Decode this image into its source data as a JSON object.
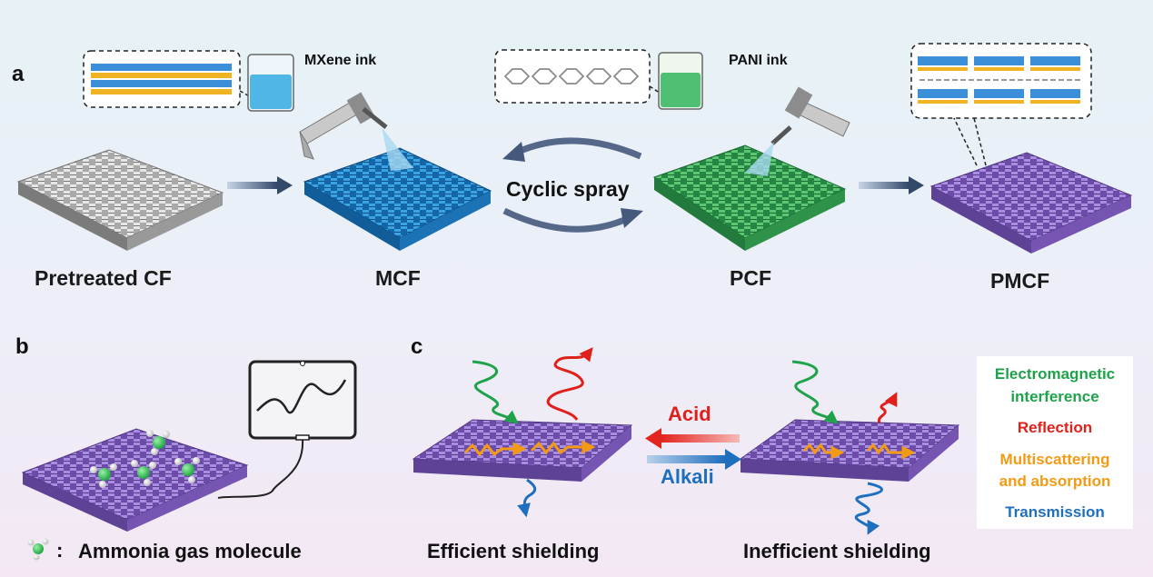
{
  "panel_a": {
    "label": "a",
    "steps": [
      "Pretreated CF",
      "MCF",
      "PCF",
      "PMCF"
    ],
    "mxene_ink": "MXene ink",
    "pani_ink": "PANI ink",
    "cyclic_spray": "Cyclic spray"
  },
  "panel_b": {
    "label": "b",
    "legend": "Ammonia gas molecule",
    "legend_separator": ":"
  },
  "panel_c": {
    "label": "c",
    "acid": "Acid",
    "alkali": "Alkali",
    "efficient": "Efficient  shielding",
    "inefficient": "Inefficient shielding"
  },
  "legend": {
    "emi_line1": "Electromagnetic",
    "emi_line2": "interference",
    "reflection": "Reflection",
    "multi_line1": "Multiscattering",
    "multi_line2": "and absorption",
    "transmission": "Transmission"
  },
  "colors": {
    "gray_fabric": "#8c8c8c",
    "blue_fabric": "#2a8fd0",
    "green_fabric": "#3fae5a",
    "purple_fabric": "#8f6ccf",
    "emi_green": "#1fa34a",
    "reflection_red": "#e0201b",
    "multi_orange": "#f39a14",
    "transmission_blue": "#1f6fbf",
    "acid_red": "#e32b26",
    "alkali_blue": "#1f6fbf"
  }
}
